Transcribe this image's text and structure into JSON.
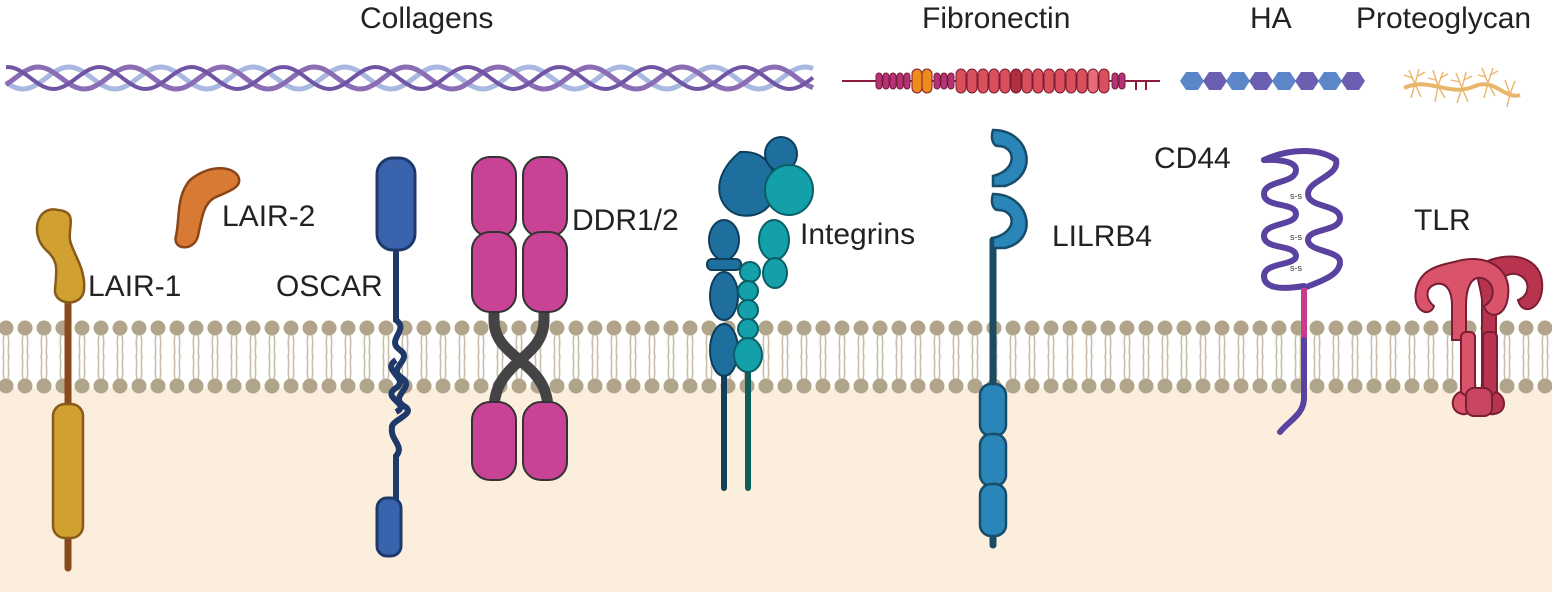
{
  "labels": {
    "collagens": "Collagens",
    "fibronectin": "Fibronectin",
    "ha": "HA",
    "proteoglycan": "Proteoglycan",
    "lair1": "LAIR-1",
    "lair2": "LAIR-2",
    "oscar": "OSCAR",
    "ddr": "DDR1/2",
    "integrins": "Integrins",
    "lilrb4": "LILRB4",
    "cd44": "CD44",
    "tlr": "TLR",
    "disulfide": "s-s"
  },
  "colors": {
    "cytoplasm": "#fbeedd",
    "lipid_head": "#b0a48a",
    "collagen_a": "#8a6db5",
    "collagen_b": "#a9b8e0",
    "fibronectin_main": "#d94f5c",
    "fibronectin_accent": "#f08a1c",
    "fibronectin_dark": "#b5327a",
    "ha": "#5b86c8",
    "proteoglycan": "#e8b66a",
    "lair1": "#d0a030",
    "lair2": "#d97a34",
    "oscar": "#3a63ad",
    "oscar_stalk": "#1f3a6a",
    "ddr": "#c84396",
    "ddr_linker": "#444444",
    "integrin_alpha": "#1e6f9e",
    "integrin_beta": "#14a0a8",
    "lilrb4": "#2a86b8",
    "cd44": "#5a42a0",
    "cd44_tm": "#c73c8e",
    "tlr": "#d9536a",
    "tlr_dark": "#b8344e"
  }
}
